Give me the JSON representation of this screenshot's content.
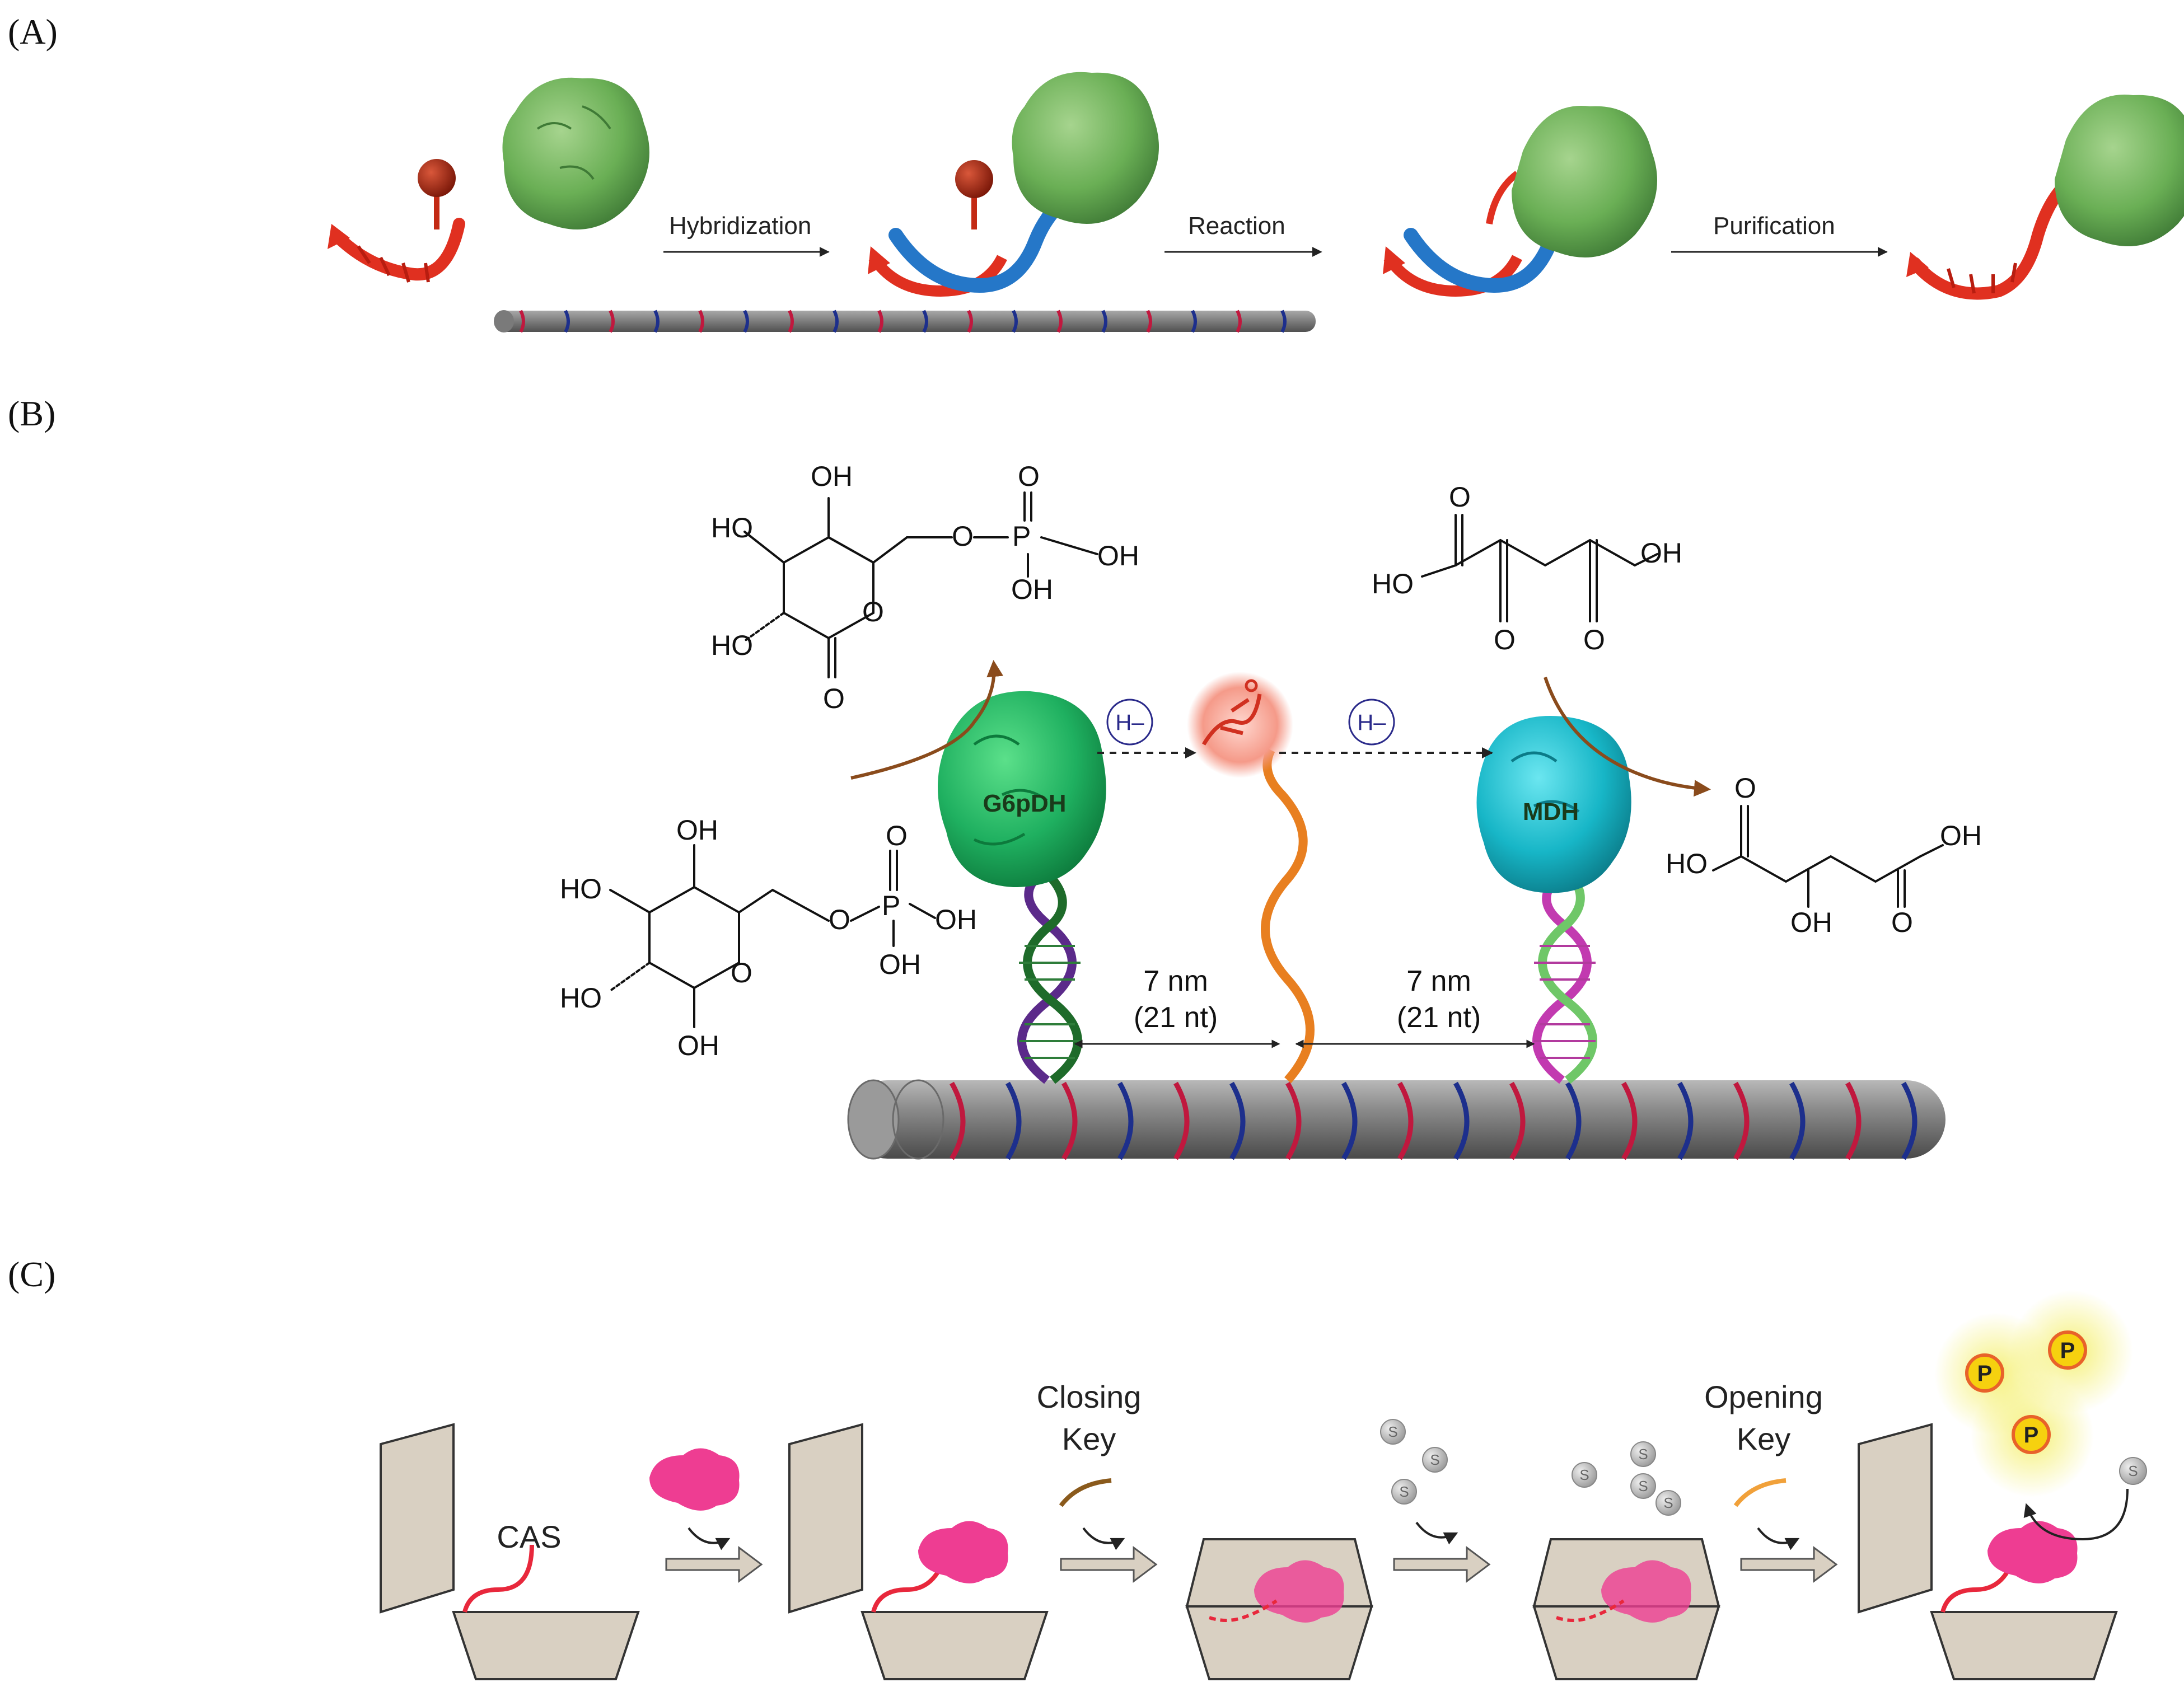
{
  "panels": {
    "a": {
      "label": "(A)",
      "letter": "A"
    },
    "b": {
      "label": "(B)",
      "letter": "B"
    },
    "c": {
      "label": "(C)",
      "letter": "C"
    }
  },
  "panel_a": {
    "steps": [
      "Hybridization",
      "Reaction",
      "Purification"
    ]
  },
  "panel_b": {
    "enzyme_left": "G6pDH",
    "enzyme_right": "MDH",
    "hydride": "H–",
    "spacing_left": {
      "distance": "7 nm",
      "length": "(21 nt)"
    },
    "spacing_right": {
      "distance": "7 nm",
      "length": "(21 nt)"
    },
    "labels": {
      "OH": "OH",
      "HO": "HO",
      "O": "O",
      "P": "P"
    }
  },
  "panel_c": {
    "cas_label": "CAS",
    "closing_key": [
      "Closing",
      "Key"
    ],
    "opening_key": [
      "Opening",
      "Key"
    ],
    "substrate": "S",
    "product": "P"
  },
  "colors": {
    "enzyme_green": "#5aa84f",
    "g6pdh_green": "#1fb060",
    "mdh_cyan": "#17b6c7",
    "red_strand": "#e03020",
    "blue_strand": "#2577c8",
    "orange_strand": "#e87f20",
    "box_fill": "#d9d0c2",
    "enzyme_pink": "#ee3d92",
    "product_yellow": "#f6d10f"
  }
}
